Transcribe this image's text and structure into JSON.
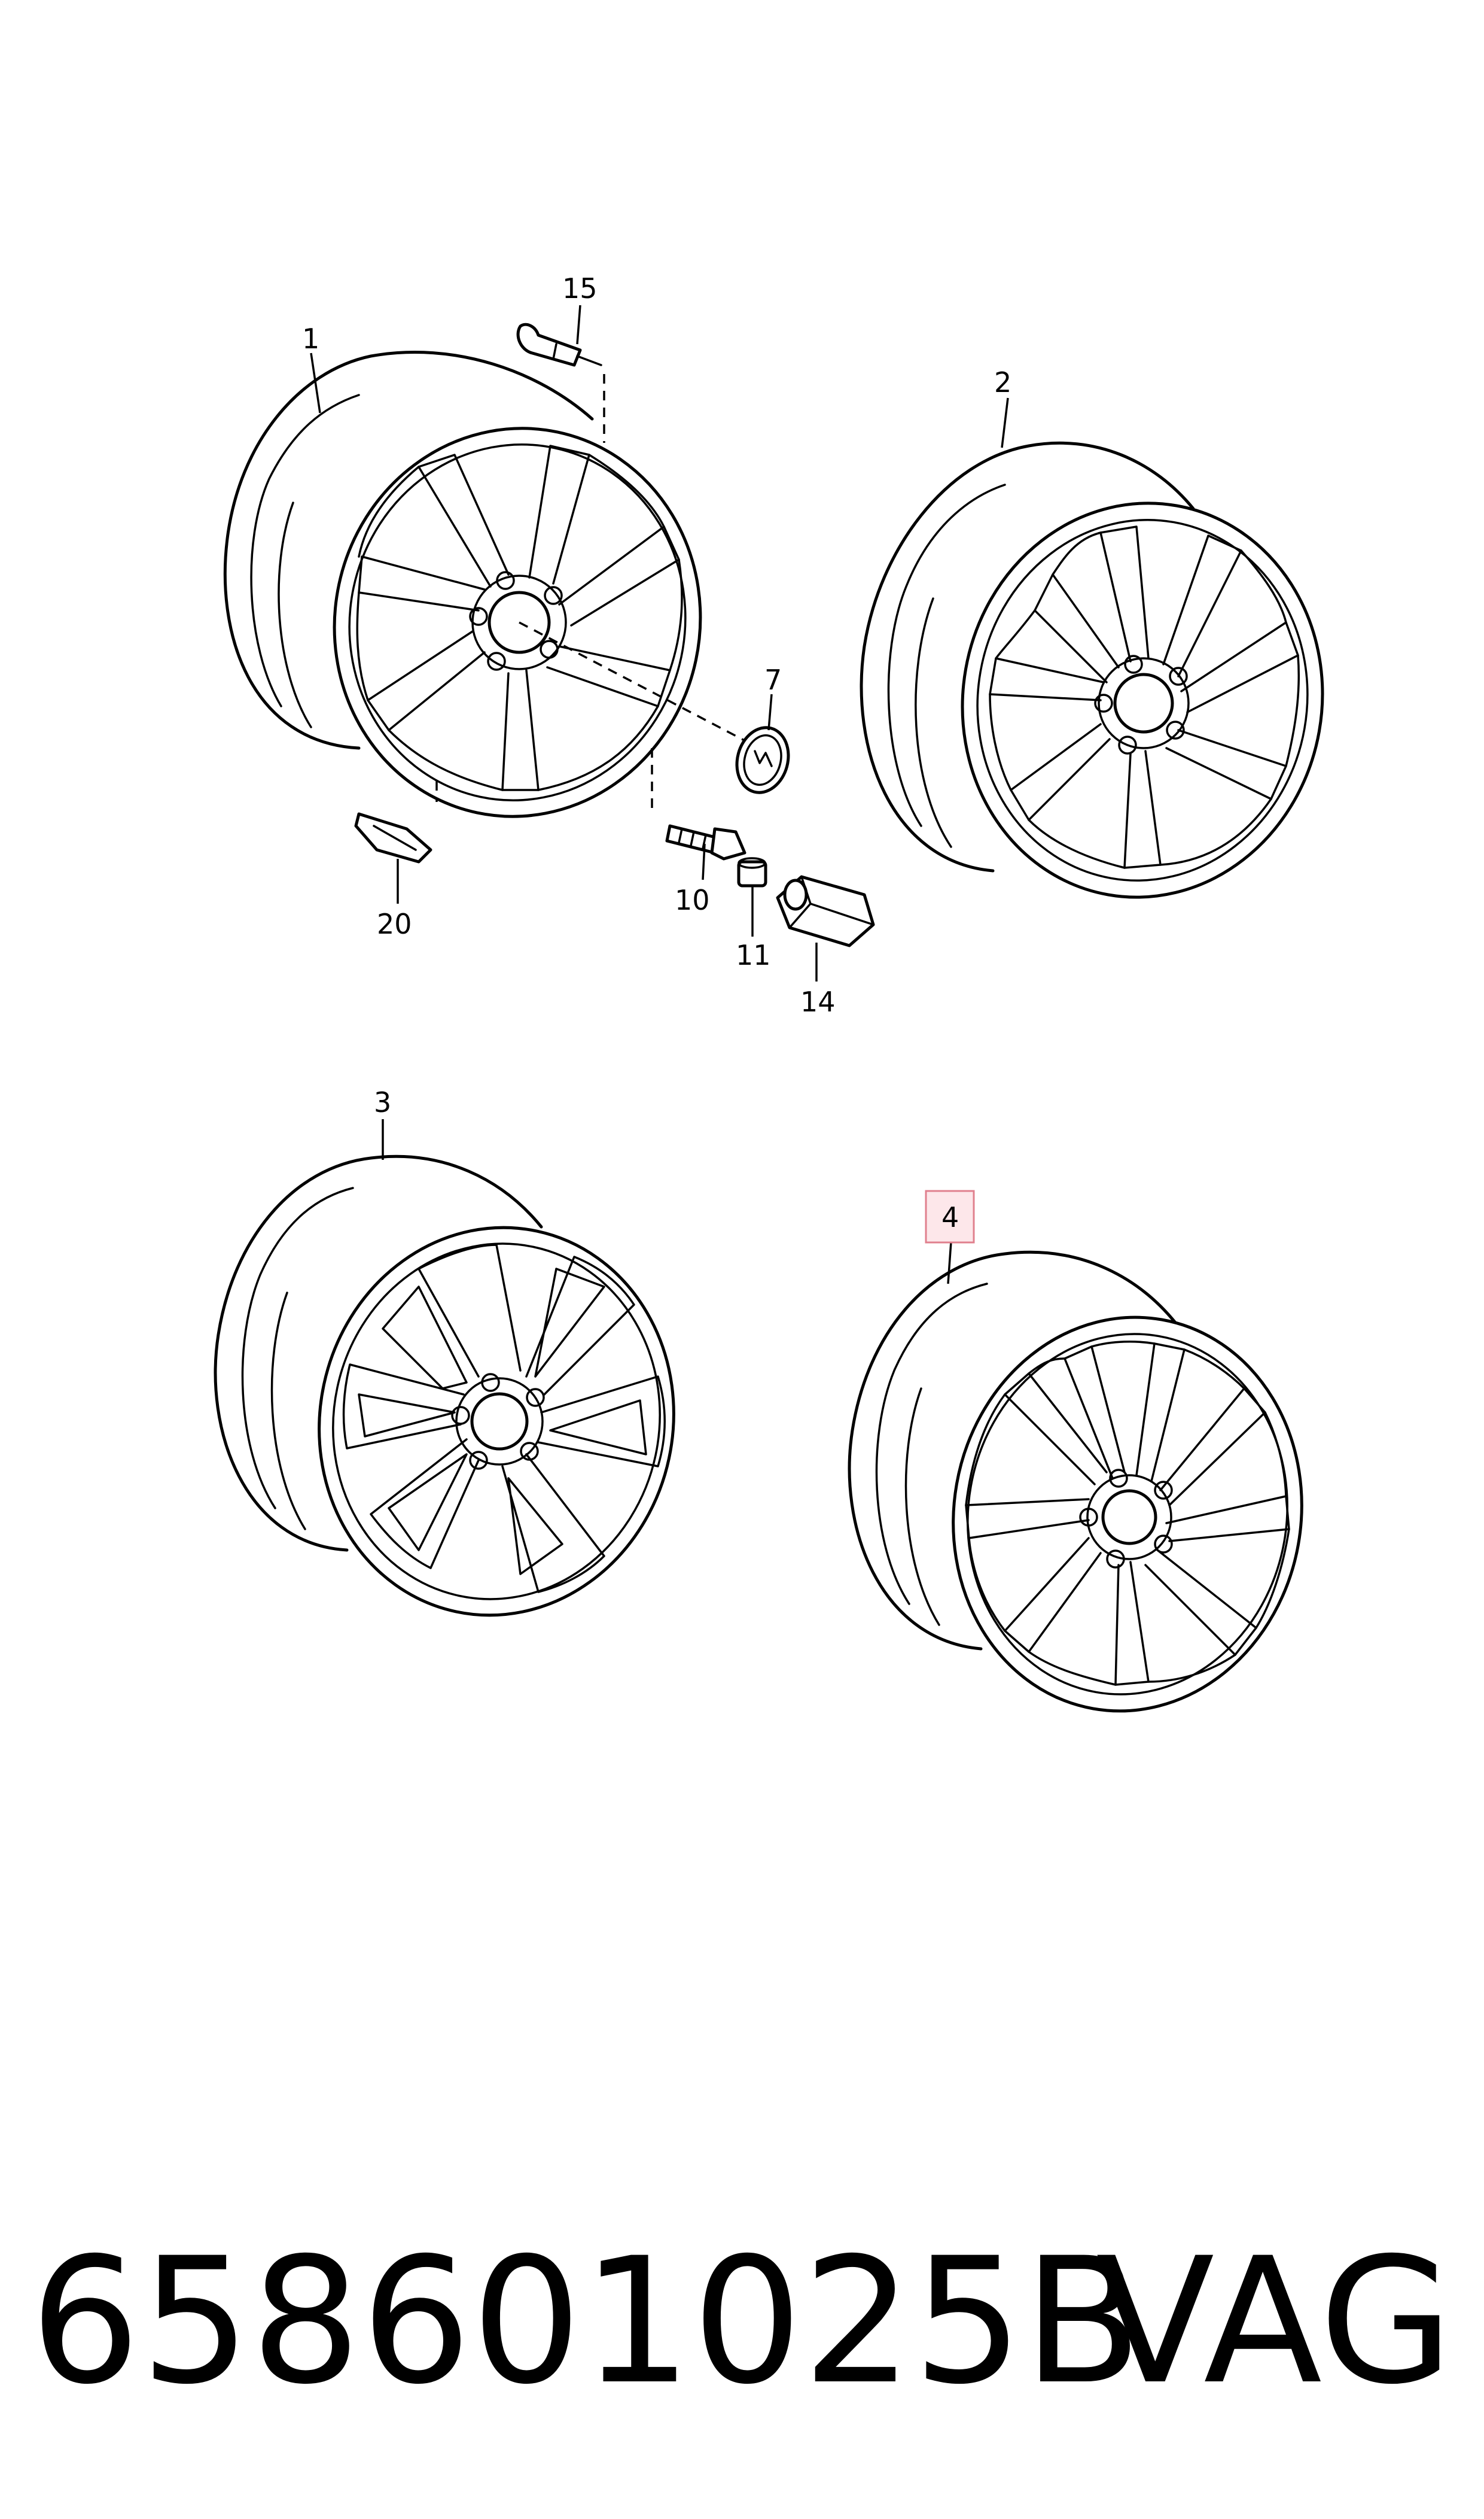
{
  "callouts": {
    "c1": "1",
    "c2": "2",
    "c3": "3",
    "c4": "4",
    "c7": "7",
    "c10": "10",
    "c11": "11",
    "c14": "14",
    "c15": "15",
    "c20": "20"
  },
  "highlighted_callout": "4",
  "highlight_color": "#fde7ea",
  "footer": {
    "part_number": "658601025B",
    "brand": "VAG"
  }
}
